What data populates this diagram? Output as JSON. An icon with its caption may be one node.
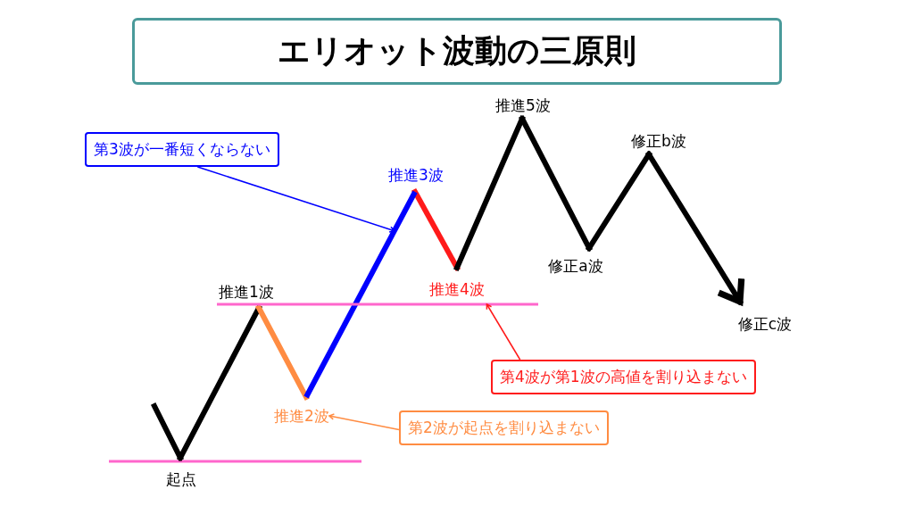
{
  "diagram": {
    "title": "エリオット波動の三原則",
    "nodes": [
      {
        "text": [
          "第3波が一番短くならない"
        ]
      },
      {
        "text": [
          "推進2波"
        ]
      },
      {
        "text": [
          "第4波が第1波の高値を割り込まない"
        ]
      },
      {
        "text": [
          "第2波が起点を割り込まない"
        ]
      },
      {
        "text": [],
        "shape": "line"
      },
      {
        "text": [],
        "shape": "line"
      }
    ],
    "edges": [
      {
        "from": 0,
        "to": 4,
        "arrow": "to",
        "color": "#0000ff"
      },
      {
        "from": 2,
        "to": 5,
        "arrow": "to",
        "color": "#ff1a1a"
      },
      {
        "from": 3,
        "to": 1,
        "arrow": "to",
        "color": "#ff8c42"
      }
    ],
    "labels": [
      "推進5波",
      "修正b波",
      "推進3波",
      "推進1波",
      "推進4波",
      "修正a波",
      "修正c波",
      "起点"
    ]
  }
}
